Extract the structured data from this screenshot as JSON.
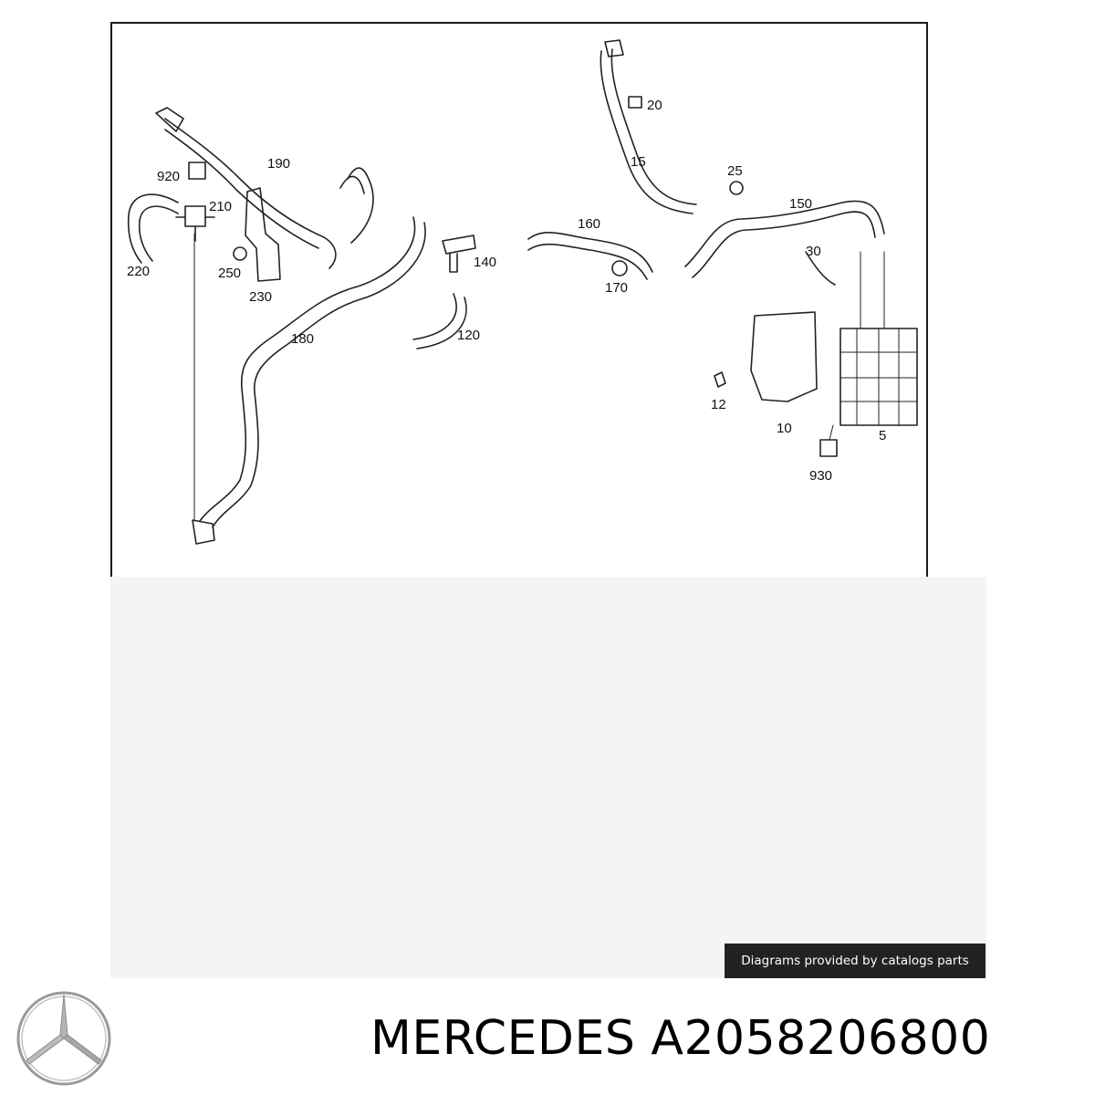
{
  "diagram": {
    "callouts": [
      "920",
      "210",
      "190",
      "220",
      "250",
      "230",
      "180",
      "140",
      "120",
      "160",
      "170",
      "20",
      "15",
      "25",
      "150",
      "30",
      "12",
      "10",
      "5",
      "930"
    ]
  },
  "credit": {
    "text": "Diagrams provided by catalogs parts"
  },
  "title": {
    "brand": "MERCEDES",
    "part_number": "A2058206800"
  },
  "logo": {
    "icon": "mercedes-star-icon",
    "color": "#9a9a9a"
  }
}
